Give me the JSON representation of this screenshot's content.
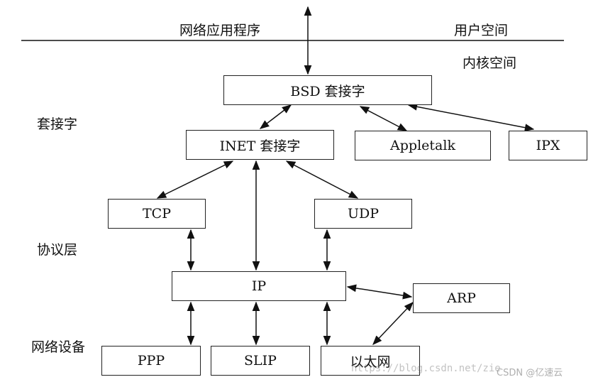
{
  "labels": {
    "app": "网络应用程序",
    "user_space": "用户空间",
    "kernel_space": "内核空间",
    "socket_layer": "套接字",
    "protocol_layer": "协议层",
    "devices": "网络设备"
  },
  "nodes": {
    "bsd": "BSD 套接字",
    "inet": "INET 套接字",
    "appletalk": "Appletalk",
    "ipx": "IPX",
    "tcp": "TCP",
    "udp": "UDP",
    "ip": "IP",
    "arp": "ARP",
    "ppp": "PPP",
    "slip": "SLIP",
    "ethernet": "以太网"
  },
  "edges": [
    {
      "from": "app",
      "to": "bsd"
    },
    {
      "from": "bsd",
      "to": "inet"
    },
    {
      "from": "bsd",
      "to": "appletalk"
    },
    {
      "from": "bsd",
      "to": "ipx"
    },
    {
      "from": "inet",
      "to": "tcp"
    },
    {
      "from": "inet",
      "to": "udp"
    },
    {
      "from": "inet",
      "to": "ip"
    },
    {
      "from": "tcp",
      "to": "ip"
    },
    {
      "from": "udp",
      "to": "ip"
    },
    {
      "from": "ip",
      "to": "arp"
    },
    {
      "from": "ip",
      "to": "ppp"
    },
    {
      "from": "ip",
      "to": "slip"
    },
    {
      "from": "ip",
      "to": "ethernet"
    },
    {
      "from": "arp",
      "to": "ethernet"
    }
  ],
  "watermark": {
    "url": "https://blog.csdn.net/zie",
    "brand": "CSDN @亿速云"
  }
}
